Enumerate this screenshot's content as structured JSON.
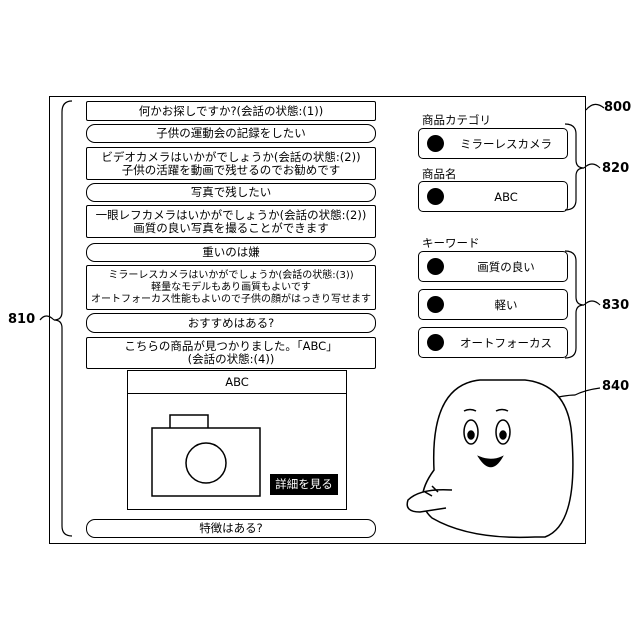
{
  "conversation": [
    {
      "lines": [
        "何かお探しですか?(会話の状態:(1))"
      ]
    },
    {
      "lines": [
        "子供の運動会の記録をしたい"
      ]
    },
    {
      "lines": [
        "ビデオカメラはいかがでしょうか(会話の状態:(2))",
        "子供の活躍を動画で残せるのでお勧めです"
      ]
    },
    {
      "lines": [
        "写真で残したい"
      ]
    },
    {
      "lines": [
        "一眼レフカメラはいかがでしょうか(会話の状態:(2))",
        "画質の良い写真を撮ることができます"
      ]
    },
    {
      "lines": [
        "重いのは嫌"
      ]
    },
    {
      "lines": [
        "ミラーレスカメラはいかがでしょうか(会話の状態:(3))",
        "軽量なモデルもあり画質もよいです",
        "オートフォーカス性能もよいので子供の顔がはっきり写せます"
      ]
    },
    {
      "lines": [
        "おすすめはある?"
      ]
    },
    {
      "lines": [
        "こちらの商品が見つかりました。「ABC」",
        "(会話の状態:(4))"
      ]
    },
    {
      "lines": [
        "特徴はある?"
      ]
    }
  ],
  "product_card": {
    "title": "ABC",
    "detail_button": "詳細を見る"
  },
  "side_panel": {
    "category_label": "商品カテゴリ",
    "category_value": "ミラーレスカメラ",
    "name_label": "商品名",
    "name_value": "ABC",
    "keyword_label": "キーワード",
    "keywords": [
      "画質の良い",
      "軽い",
      "オートフォーカス"
    ]
  },
  "refs": {
    "screen": "800",
    "conversation": "810",
    "product_info": "820",
    "keywords": "830",
    "agent": "840"
  }
}
